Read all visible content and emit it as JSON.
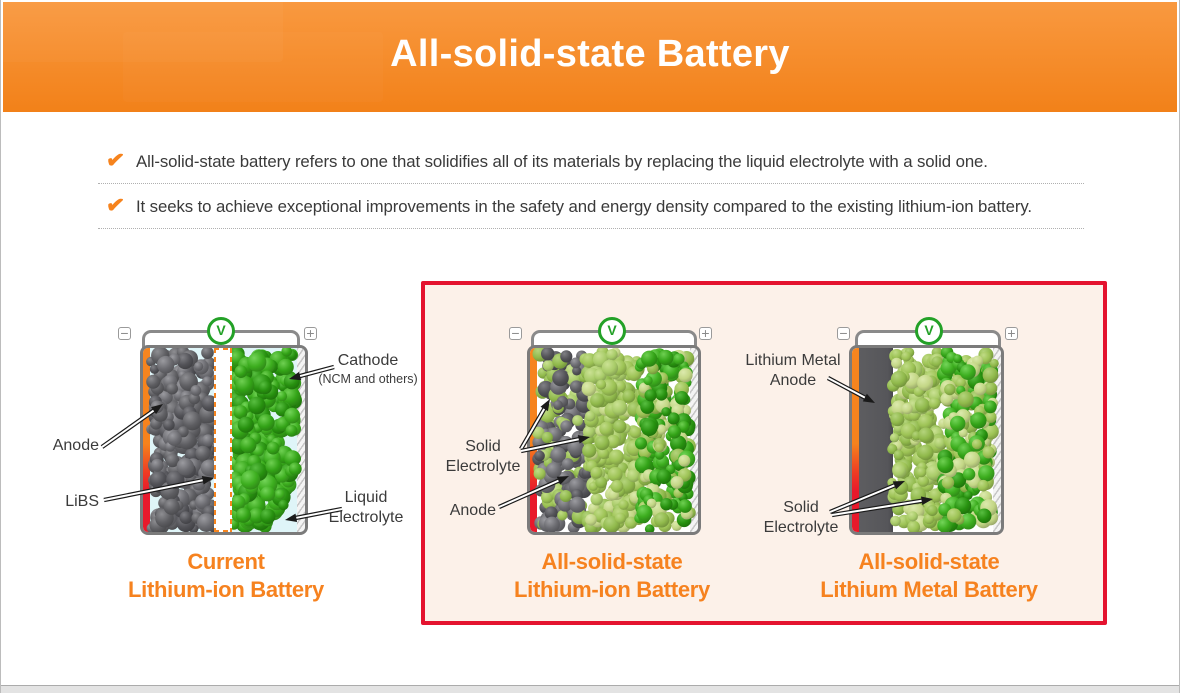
{
  "header": {
    "title": "All-solid-state Battery",
    "bg_top": "#F99940",
    "bg_bottom": "#F28119"
  },
  "bullets": {
    "check_glyph": "✔",
    "check_color": "#F6831D",
    "items": [
      {
        "text": "All-solid-state battery refers to one that solidifies all of its materials by replacing the liquid electrolyte with a solid one."
      },
      {
        "text": "It seeks to achieve exceptional improvements in the safety and energy density compared to the existing lithium-ion battery."
      }
    ]
  },
  "diagram": {
    "highlight_box_border": "#E4132F",
    "highlight_box_bg": "#FCF1E9",
    "voltmeter_label": "V",
    "voltmeter_color": "#23A127",
    "terminal_minus": "−",
    "terminal_plus": "+",
    "title_color": "#F6821F",
    "collector_strip_top": "#F6851F",
    "collector_strip_bottom": "#E8192B",
    "liquid_electrolyte_fill": "#DFF5F8",
    "lithium_metal_fill": "#56565A",
    "palette": {
      "g1": [
        "#5E5E62",
        "#8E8E92"
      ],
      "g2": [
        "#6B6B70",
        "#9B9BA0"
      ],
      "g3": [
        "#525257",
        "#808085"
      ],
      "b1": [
        "#33A317",
        "#6FD052"
      ],
      "b2": [
        "#3CAD1E",
        "#74D55A"
      ],
      "b3": [
        "#27910F",
        "#58BE41"
      ],
      "l1": [
        "#9DC355",
        "#C0DB86"
      ],
      "l2": [
        "#90B94B",
        "#B4D47C"
      ],
      "l3": [
        "#A8CB68",
        "#CBE294"
      ],
      "p1": [
        "#C3D685",
        "#DCEAAD"
      ]
    },
    "batteries": [
      {
        "title_line1": "Current",
        "title_line2": "Lithium-ion Battery",
        "labels": {
          "anode": "Anode",
          "separator": "LiBS",
          "cathode": "Cathode",
          "cathode_sub": "(NCM and others)",
          "electrolyte": "Liquid\nElectrolyte"
        }
      },
      {
        "title_line1": "All-solid-state",
        "title_line2": "Lithium-ion Battery",
        "labels": {
          "solid_electrolyte": "Solid\nElectrolyte",
          "anode": "Anode"
        }
      },
      {
        "title_line1": "All-solid-state",
        "title_line2": "Lithium Metal Battery",
        "labels": {
          "lithium_metal_anode": "Lithium Metal\nAnode",
          "solid_electrolyte": "Solid\nElectrolyte"
        }
      }
    ]
  }
}
